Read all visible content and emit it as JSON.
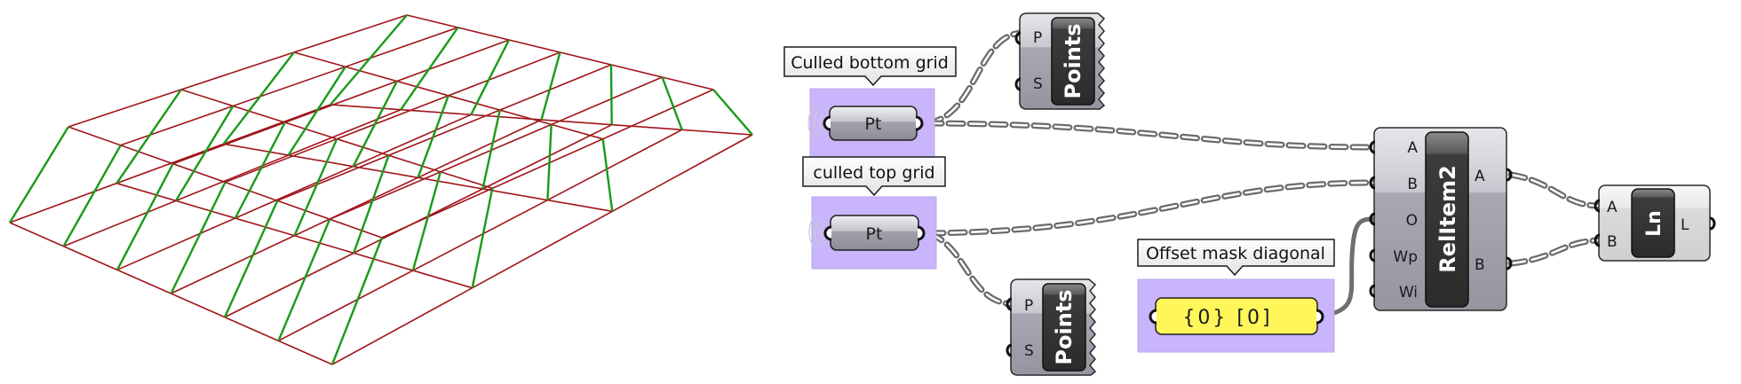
{
  "viewport": {
    "name": "Rhino wireframe view",
    "colors": {
      "grid": "#a0141a",
      "connector": "#1a9a1a"
    },
    "top_grid": {
      "columns": 6,
      "rows": 3
    },
    "bottom_grid": {
      "columns": 6,
      "rows": 3
    }
  },
  "canvas": {
    "colors": {
      "group_fill": "#c9b5fb",
      "group_border": "#b6a2e8",
      "node_body": "#9c9aa6",
      "node_body_light": "#d6d6d6",
      "node_header": "#2f2f2f",
      "panel_fill": "#fff65a",
      "wire": "#6b6b6b",
      "wire_fill": "#ffffff"
    },
    "groups": [
      {
        "id": "bottom",
        "label": "Culled bottom grid",
        "node_label": "Pt"
      },
      {
        "id": "top",
        "label": "culled top grid",
        "node_label": "Pt"
      },
      {
        "id": "offset",
        "label": "Offset mask diagonal",
        "panel_text": "{0} [0]"
      }
    ],
    "points_top": {
      "title": "Points",
      "inputs": [
        "P",
        "S"
      ]
    },
    "points_bottom": {
      "title": "Points",
      "inputs": [
        "P",
        "S"
      ]
    },
    "relitem": {
      "title": "RelItem2",
      "inputs": [
        "A",
        "B",
        "O",
        "Wp",
        "Wi"
      ],
      "outputs": [
        "A",
        "B"
      ]
    },
    "line": {
      "title": "Ln",
      "inputs": [
        "A",
        "B"
      ],
      "outputs": [
        "L"
      ]
    }
  }
}
